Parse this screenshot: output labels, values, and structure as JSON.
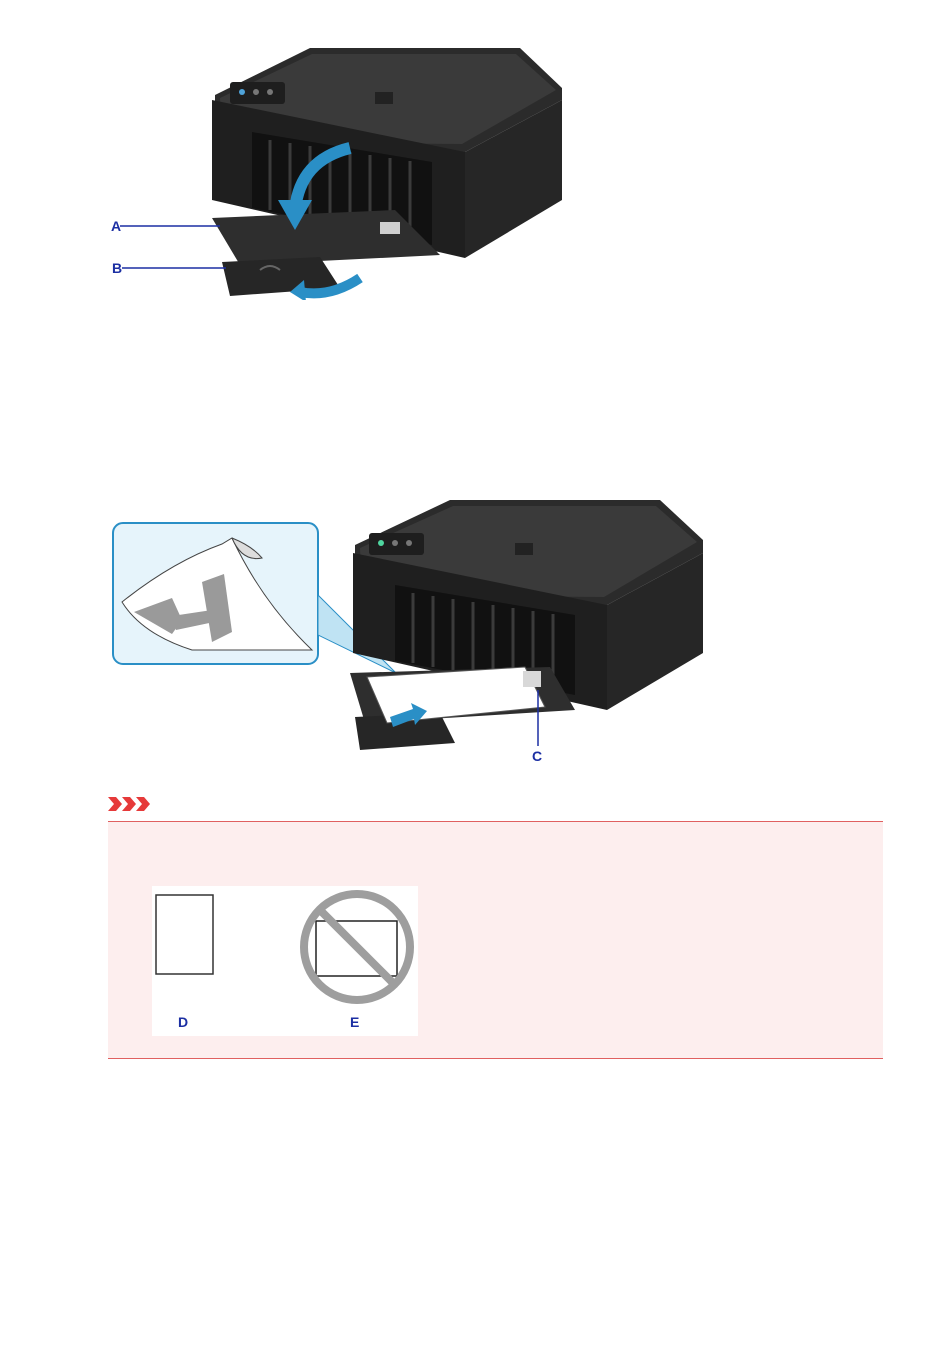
{
  "figure1": {
    "labels": {
      "a": "A",
      "b": "B"
    }
  },
  "figure2": {
    "labels": {
      "c": "C"
    }
  },
  "important": {
    "icon": "important-icon",
    "accent_color": "#e63a3a",
    "box_color": "#fdeeee",
    "labels": {
      "d": "D",
      "e": "E"
    }
  }
}
